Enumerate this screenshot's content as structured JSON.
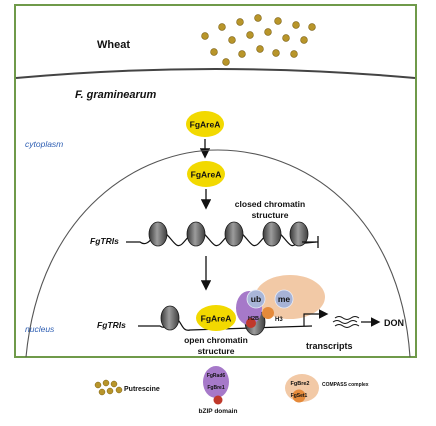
{
  "labels": {
    "wheat": "Wheat",
    "fungus": "F. graminearum",
    "cytoplasm": "cytoplasm",
    "nucleus": "nucleus",
    "area_cyto": "FgAreA",
    "area_nuc": "FgAreA",
    "area_open": "FgAreA",
    "closed_line1": "closed chromatin",
    "closed_line2": "structure",
    "open_line1": "open chromatin",
    "open_line2": "structure",
    "tri_top": "FgTRIs",
    "tri_bottom": "FgTRIs",
    "ub": "ub",
    "me": "me",
    "h2b": "H2B",
    "h3": "H3",
    "transcripts": "transcripts",
    "don": "DON"
  },
  "legend": {
    "putrescine": "Putrescine",
    "fgrad6": "FgRad6",
    "fgbre1": "FgBre1",
    "bzip": "bZIP domain",
    "fgbre2": "FgBre2",
    "fgset1": "FgSet1",
    "compass": "COMPASS complex"
  },
  "colors": {
    "border": "#6f9a4a",
    "area_fill": "#f2d900",
    "putrescine": "#b8952a",
    "rad6": "#a679c9",
    "bre1": "#c0392b",
    "ub": "#a9b6d8",
    "me": "#a7b3d6",
    "compass": "#f2c9a6",
    "set1": "#e58a3a",
    "label_blue": "#2f5fb3"
  }
}
